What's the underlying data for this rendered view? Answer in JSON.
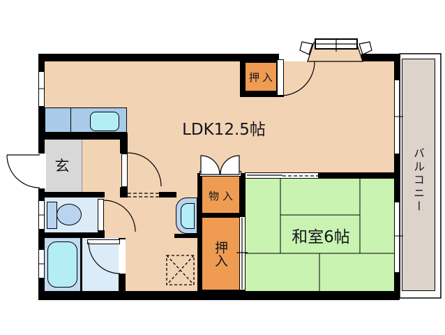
{
  "plan": {
    "rooms": {
      "ldk": {
        "label": "LDK12.5帖",
        "color": "#f2d3b4"
      },
      "washitsu": {
        "label": "和室6帖",
        "color": "#c9f3b0"
      },
      "balcony": {
        "label": "バルコニー",
        "color": "#dcd4cb"
      },
      "genkan": {
        "label": "玄",
        "color": "#d8d8d8"
      },
      "closet_top": {
        "label": "押入",
        "color": "#ef9c52"
      },
      "storage": {
        "label": "物入",
        "color": "#ef9c52"
      },
      "closet_south": {
        "label": "押入",
        "color": "#ef9c52"
      }
    },
    "colors": {
      "wall": "#000000",
      "counter_blue": "#a9cbe9",
      "fixture_cyan": "#b3edf5",
      "fixture_blue": "#b9d4ef",
      "toilet_room": "#dcebf8",
      "bath_room": "#c4daf2",
      "washroom": "#dcebf8",
      "text": "#14141e"
    }
  }
}
